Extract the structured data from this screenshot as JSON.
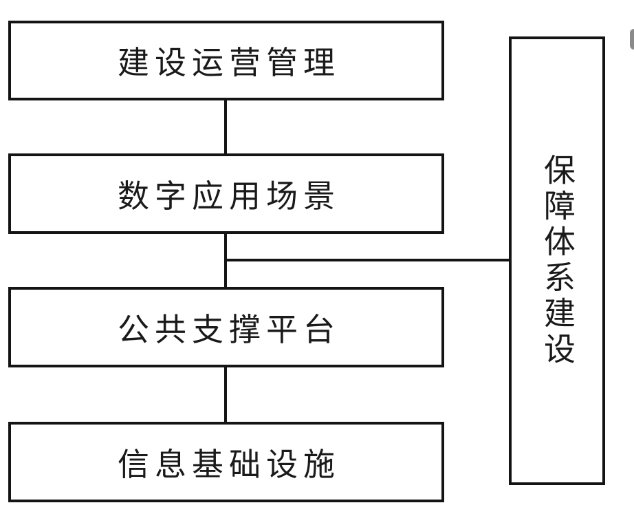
{
  "diagram": {
    "layer_boxes": [
      {
        "label": "建设运营管理"
      },
      {
        "label": "数字应用场景"
      },
      {
        "label": "公共支撑平台"
      },
      {
        "label": "信息基础设施"
      }
    ],
    "side_box": {
      "label": "保障体系建设"
    },
    "colors": {
      "line": "#141414",
      "text": "#1a1a1a",
      "background": "#ffffff",
      "scrollbar_thumb": "#8a8a8a"
    }
  }
}
